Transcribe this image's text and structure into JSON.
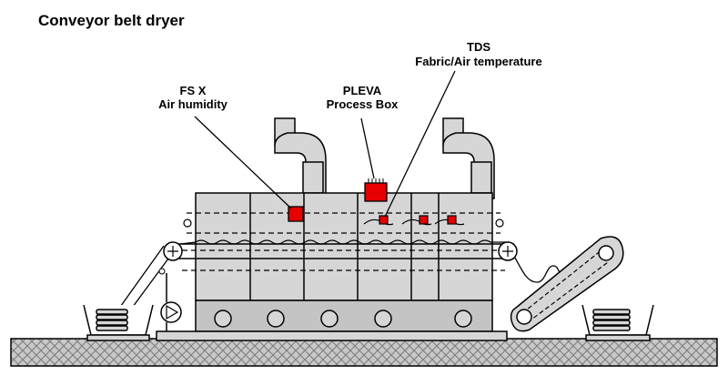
{
  "title": "Conveyor belt dryer",
  "labels": {
    "fsx": {
      "line1": "FS X",
      "line2": "Air humidity"
    },
    "pleva": {
      "line1": "PLEVA",
      "line2": "Process Box"
    },
    "tds": {
      "line1": "TDS",
      "line2": "Fabric/Air temperature"
    }
  },
  "colors": {
    "housing": "#d6d6d6",
    "housing_dark": "#c4c4c4",
    "sensor": "#e60000",
    "outline": "#000000",
    "floor_hatch": "#7a7a7a",
    "floor": "#bdbdbd"
  },
  "icons": {
    "pump": "pump-icon",
    "roller": "roller-icon",
    "fan": "fan-icon"
  }
}
